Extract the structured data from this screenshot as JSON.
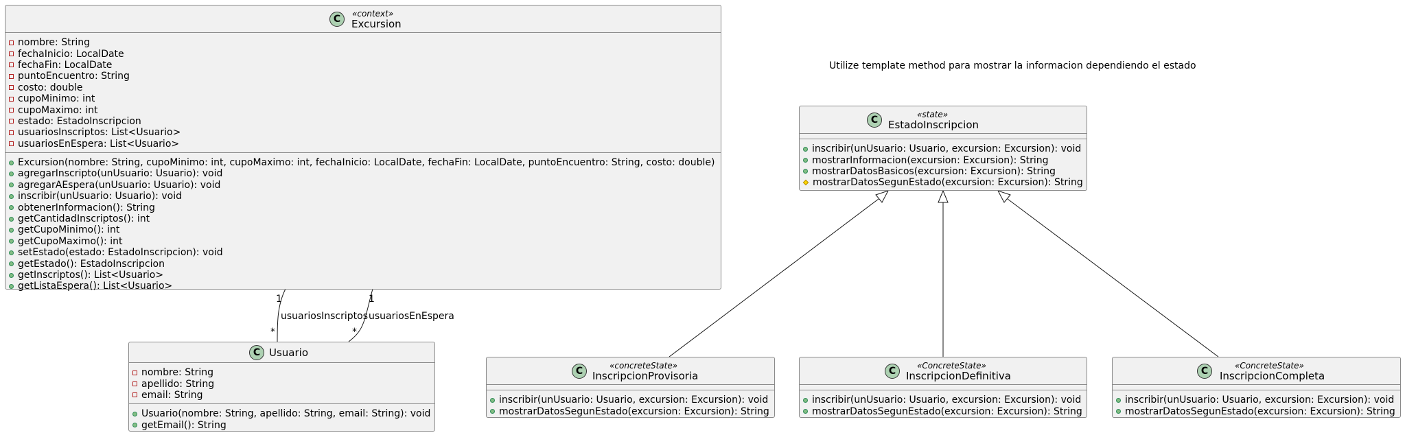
{
  "note": "Utilize template method para mostrar la informacion dependiendo el estado",
  "classes": {
    "excursion": {
      "icon": "C",
      "stereotype": "«context»",
      "name": "Excursion",
      "attributes": [
        {
          "vis": "private",
          "text": "nombre: String"
        },
        {
          "vis": "private",
          "text": "fechaInicio: LocalDate"
        },
        {
          "vis": "private",
          "text": "fechaFin: LocalDate"
        },
        {
          "vis": "private",
          "text": "puntoEncuentro: String"
        },
        {
          "vis": "private",
          "text": "costo: double"
        },
        {
          "vis": "private",
          "text": "cupoMinimo: int"
        },
        {
          "vis": "private",
          "text": "cupoMaximo: int"
        },
        {
          "vis": "private",
          "text": "estado: EstadoInscripcion"
        },
        {
          "vis": "private",
          "text": "usuariosInscriptos: List<Usuario>"
        },
        {
          "vis": "private",
          "text": "usuariosEnEspera: List<Usuario>"
        }
      ],
      "methods": [
        {
          "vis": "public",
          "text": "Excursion(nombre: String, cupoMinimo: int, cupoMaximo: int, fechaInicio: LocalDate, fechaFin: LocalDate, puntoEncuentro: String, costo: double)"
        },
        {
          "vis": "public",
          "text": "agregarInscripto(unUsuario: Usuario): void"
        },
        {
          "vis": "public",
          "text": "agregarAEspera(unUsuario: Usuario): void"
        },
        {
          "vis": "public",
          "text": "inscribir(unUsuario: Usuario): void"
        },
        {
          "vis": "public",
          "text": "obtenerInformacion(): String"
        },
        {
          "vis": "public",
          "text": "getCantidadInscriptos(): int"
        },
        {
          "vis": "public",
          "text": "getCupoMinimo(): int"
        },
        {
          "vis": "public",
          "text": "getCupoMaximo(): int"
        },
        {
          "vis": "public",
          "text": "setEstado(estado: EstadoInscripcion): void"
        },
        {
          "vis": "public",
          "text": "getEstado(): EstadoInscripcion"
        },
        {
          "vis": "public",
          "text": "getInscriptos(): List<Usuario>"
        },
        {
          "vis": "public",
          "text": "getListaEspera(): List<Usuario>"
        }
      ]
    },
    "usuario": {
      "icon": "C",
      "stereotype": "",
      "name": "Usuario",
      "attributes": [
        {
          "vis": "private",
          "text": "nombre: String"
        },
        {
          "vis": "private",
          "text": "apellido: String"
        },
        {
          "vis": "private",
          "text": "email: String"
        }
      ],
      "methods": [
        {
          "vis": "public",
          "text": "Usuario(nombre: String, apellido: String, email: String): void"
        },
        {
          "vis": "public",
          "text": "getEmail(): String"
        }
      ]
    },
    "estado": {
      "icon": "C",
      "stereotype": "«state»",
      "name": "EstadoInscripcion",
      "attributes": [],
      "methods": [
        {
          "vis": "public",
          "text": "inscribir(unUsuario: Usuario, excursion: Excursion): void"
        },
        {
          "vis": "public",
          "text": "mostrarInformacion(excursion: Excursion): String"
        },
        {
          "vis": "public",
          "text": "mostrarDatosBasicos(excursion: Excursion): String"
        },
        {
          "vis": "protected",
          "text": "mostrarDatosSegunEstado(excursion: Excursion): String"
        }
      ]
    },
    "provisoria": {
      "icon": "C",
      "stereotype": "«concreteState»",
      "name": "InscripcionProvisoria",
      "attributes": [],
      "methods": [
        {
          "vis": "public",
          "text": "inscribir(unUsuario: Usuario, excursion: Excursion): void"
        },
        {
          "vis": "public",
          "text": "mostrarDatosSegunEstado(excursion: Excursion): String"
        }
      ]
    },
    "definitiva": {
      "icon": "C",
      "stereotype": "«ConcreteState»",
      "name": "InscripcionDefinitiva",
      "attributes": [],
      "methods": [
        {
          "vis": "public",
          "text": "inscribir(unUsuario: Usuario, excursion: Excursion): void"
        },
        {
          "vis": "public",
          "text": "mostrarDatosSegunEstado(excursion: Excursion): String"
        }
      ]
    },
    "completa": {
      "icon": "C",
      "stereotype": "«ConcreteState»",
      "name": "InscripcionCompleta",
      "attributes": [],
      "methods": [
        {
          "vis": "public",
          "text": "inscribir(unUsuario: Usuario, excursion: Excursion): void"
        },
        {
          "vis": "public",
          "text": "mostrarDatosSegunEstado(excursion: Excursion): String"
        }
      ]
    }
  },
  "associations": [
    {
      "label": "usuariosInscriptos",
      "from_mult": "1",
      "to_mult": "*"
    },
    {
      "label": "usuariosEnEspera",
      "from_mult": "1",
      "to_mult": "*"
    }
  ]
}
